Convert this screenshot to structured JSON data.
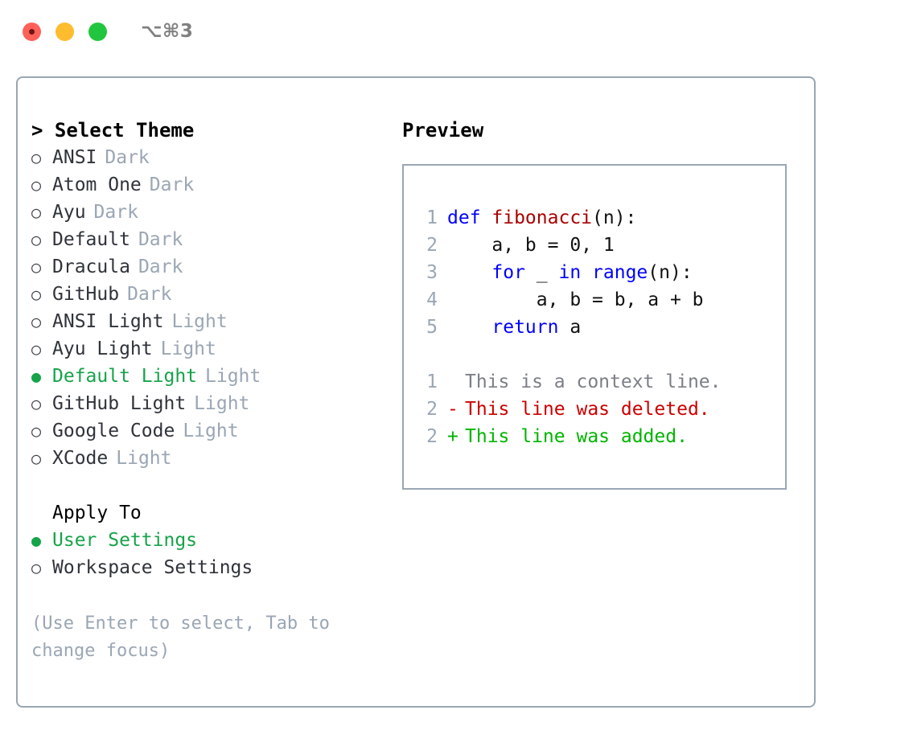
{
  "titlebar": {
    "shortcut": "⌥⌘3",
    "buttons": [
      {
        "name": "close",
        "color": "#ff6059"
      },
      {
        "name": "minimize",
        "color": "#febc2e"
      },
      {
        "name": "maximize",
        "color": "#22c63e"
      }
    ]
  },
  "theme_picker": {
    "heading": "> Select Theme",
    "selected_marker": "●",
    "unselected_marker": "○",
    "accent_color": "#16a34a",
    "muted_color": "#9aa6b4",
    "items": [
      {
        "label": "ANSI",
        "variant": "Dark",
        "selected": false
      },
      {
        "label": "Atom One",
        "variant": "Dark",
        "selected": false
      },
      {
        "label": "Ayu",
        "variant": "Dark",
        "selected": false
      },
      {
        "label": "Default",
        "variant": "Dark",
        "selected": false
      },
      {
        "label": "Dracula",
        "variant": "Dark",
        "selected": false
      },
      {
        "label": "GitHub",
        "variant": "Dark",
        "selected": false
      },
      {
        "label": "ANSI Light",
        "variant": "Light",
        "selected": false
      },
      {
        "label": "Ayu Light",
        "variant": "Light",
        "selected": false
      },
      {
        "label": "Default Light",
        "variant": "Light",
        "selected": true
      },
      {
        "label": "GitHub Light",
        "variant": "Light",
        "selected": false
      },
      {
        "label": "Google Code",
        "variant": "Light",
        "selected": false
      },
      {
        "label": "XCode",
        "variant": "Light",
        "selected": false
      }
    ]
  },
  "apply_to": {
    "heading": "Apply To",
    "items": [
      {
        "label": "User Settings",
        "selected": true
      },
      {
        "label": "Workspace Settings",
        "selected": false
      }
    ]
  },
  "hint": "(Use Enter to select, Tab to change focus)",
  "preview": {
    "heading": "Preview",
    "code_lines": [
      {
        "number": "1",
        "tokens": [
          {
            "text": "def ",
            "kind": "kw"
          },
          {
            "text": "fibonacci",
            "kind": "fn"
          },
          {
            "text": "(n):",
            "kind": "plain"
          }
        ]
      },
      {
        "number": "2",
        "tokens": [
          {
            "text": "    a, b = 0, 1",
            "kind": "plain"
          }
        ]
      },
      {
        "number": "3",
        "tokens": [
          {
            "text": "    ",
            "kind": "plain"
          },
          {
            "text": "for",
            "kind": "kw"
          },
          {
            "text": " _ ",
            "kind": "plain"
          },
          {
            "text": "in",
            "kind": "kw"
          },
          {
            "text": " ",
            "kind": "plain"
          },
          {
            "text": "range",
            "kind": "kw"
          },
          {
            "text": "(n):",
            "kind": "plain"
          }
        ]
      },
      {
        "number": "4",
        "tokens": [
          {
            "text": "        a, b = b, a + b",
            "kind": "plain"
          }
        ]
      },
      {
        "number": "5",
        "tokens": [
          {
            "text": "    ",
            "kind": "plain"
          },
          {
            "text": "return",
            "kind": "kw"
          },
          {
            "text": " a",
            "kind": "plain"
          }
        ]
      }
    ],
    "diff_lines": [
      {
        "number": "1",
        "mark": " ",
        "text": "This is a context line.",
        "kind": "ctx"
      },
      {
        "number": "2",
        "mark": "-",
        "text": "This line was deleted.",
        "kind": "del"
      },
      {
        "number": "2",
        "mark": "+",
        "text": "This line was added.",
        "kind": "add"
      }
    ]
  }
}
